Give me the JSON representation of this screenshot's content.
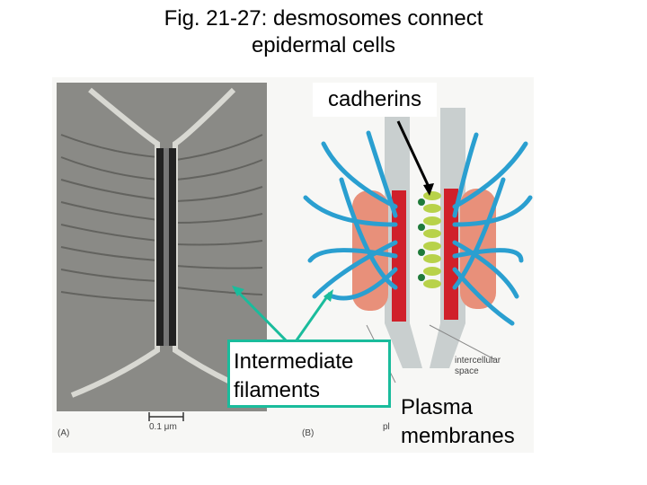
{
  "title": {
    "line1": "Fig. 21-27: desmosomes connect",
    "line2": "epidermal cells"
  },
  "labels": {
    "cadherins": "cadherins",
    "intermediate_filaments_line1": "Intermediate",
    "intermediate_filaments_line2": "filaments",
    "plasma_membranes_line1": "Plasma",
    "plasma_membranes_line2": "membranes"
  },
  "figure": {
    "panel_a_label": "(A)",
    "panel_b_label": "(B)",
    "scale_bar": "0.1 μm",
    "intercellular_line1": "intercellular",
    "intercellular_line2": "space",
    "pl_fragment": "pl"
  },
  "colors": {
    "filament": "#2a9fd0",
    "plaque": "#d0202a",
    "membrane_pad": "#e8907a",
    "cadherin": "#b8d24a",
    "membrane_gray": "#c9cfcf",
    "pointer": "#1abc9c"
  }
}
